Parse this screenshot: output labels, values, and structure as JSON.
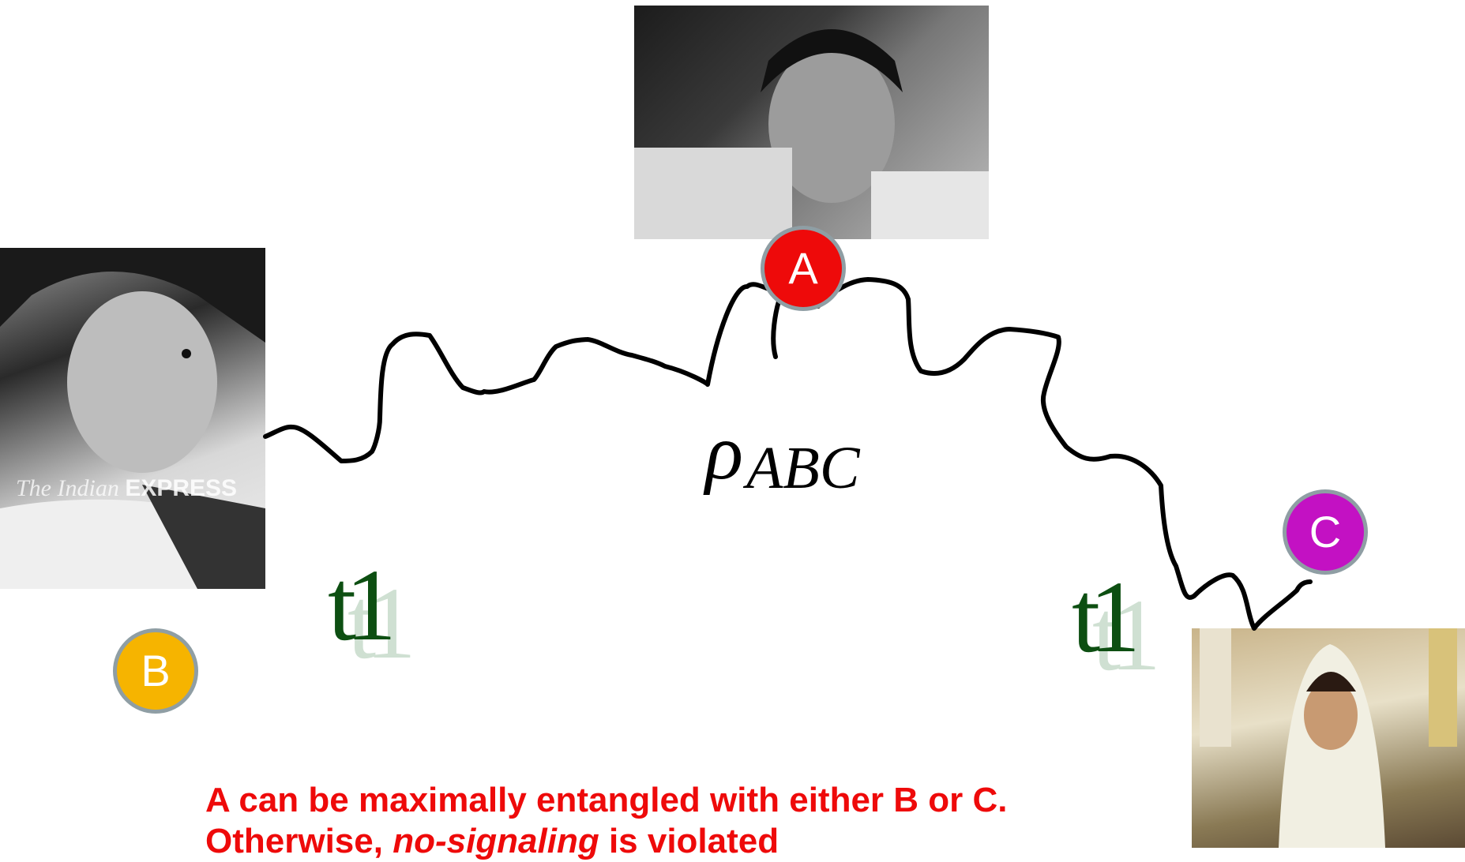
{
  "nodes": {
    "a": {
      "label": "A",
      "color": "#ee0a0a"
    },
    "b": {
      "label": "B",
      "color": "#f6b400"
    },
    "c": {
      "label": "C",
      "color": "#c311c3"
    }
  },
  "state_label": {
    "symbol": "ρ",
    "subscript": "ABC"
  },
  "time_labels": {
    "left": "t1",
    "right": "t1"
  },
  "photo_b": {
    "watermark_prefix": "The Indian",
    "watermark_brand": "EXPRESS"
  },
  "caption": {
    "line1": "A can be maximally entangled with either B or C.",
    "line2_prefix": "Otherwise, ",
    "line2_emphasis": "no-signaling",
    "line2_suffix": " is violated"
  },
  "colors": {
    "link": "#000000",
    "time_label": "#0d4f12",
    "caption": "#ee0a0a",
    "node_border": "#8f9ea4"
  }
}
